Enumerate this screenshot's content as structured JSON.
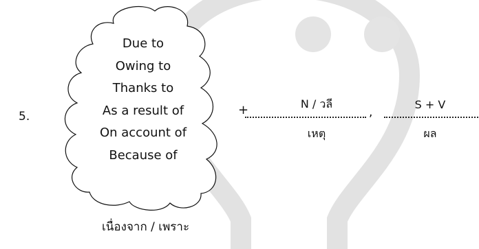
{
  "item_number": "5.",
  "phrases": [
    "Due to",
    "Owing to",
    "Thanks to",
    "As a result of",
    "On account of",
    "Because of"
  ],
  "phrases_caption": "เนื่องจาก / เพราะ",
  "plus_sign": "+",
  "comma": ",",
  "cause": {
    "top_label": "N / วลี",
    "bottom_label": "เหตุ"
  },
  "effect": {
    "top_label": "S + V",
    "bottom_label": "ผล"
  },
  "watermark_icon": "lightbulb-icon",
  "colors": {
    "watermark": "#e3e3e3",
    "text": "#111111"
  }
}
